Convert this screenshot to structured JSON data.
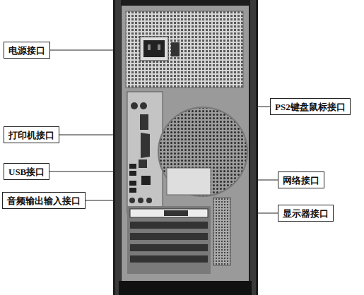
{
  "diagram": {
    "nodes": [
      {
        "text": [
          "电源接口"
        ]
      },
      {
        "text": [
          "PS2键盘鼠标接口"
        ]
      },
      {
        "text": [
          "打印机接口"
        ]
      },
      {
        "text": [
          "USB接口"
        ]
      },
      {
        "text": [
          "网络接口"
        ]
      },
      {
        "text": [
          "音频输出输入接口"
        ]
      },
      {
        "text": [
          "显示器接口"
        ]
      }
    ]
  }
}
